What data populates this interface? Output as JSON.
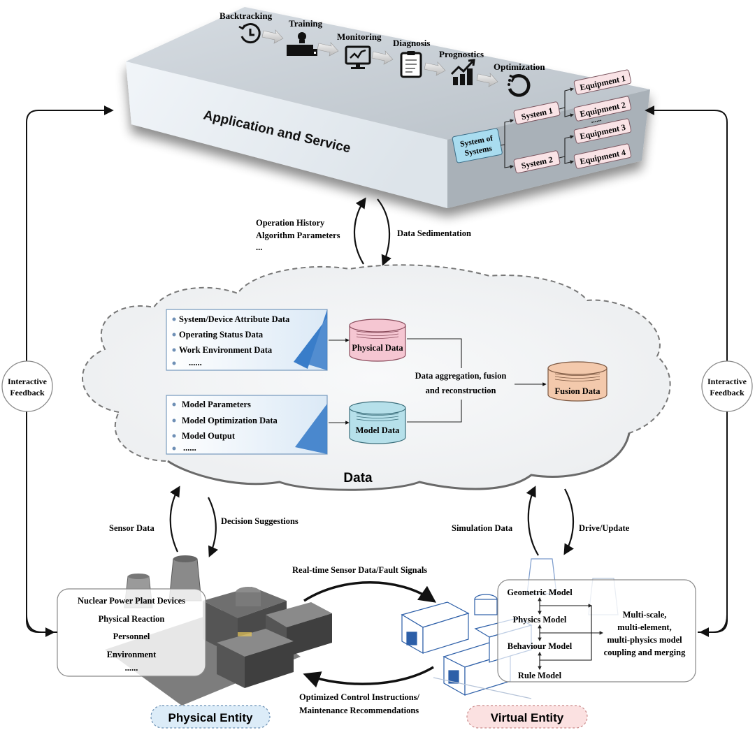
{
  "application": {
    "title": "Application and Service",
    "pipeline": [
      {
        "label": "Backtracking",
        "icon": "history-clock-icon"
      },
      {
        "label": "Training",
        "icon": "person-at-desk-icon"
      },
      {
        "label": "Monitoring",
        "icon": "monitor-chart-icon"
      },
      {
        "label": "Diagnosis",
        "icon": "clipboard-icon"
      },
      {
        "label": "Prognostics",
        "icon": "bar-chart-trend-icon"
      },
      {
        "label": "Optimization",
        "icon": "refresh-cycle-icon"
      }
    ],
    "hierarchy": {
      "root": "System of Systems",
      "root_line1": "System of",
      "root_line2": "Systems",
      "systems": [
        "System 1",
        "System 2"
      ],
      "equipment": [
        "Equipment 1",
        "Equipment 2",
        "Equipment 3",
        "Equipment 4"
      ],
      "ellipsis": "......"
    }
  },
  "app_data_links": {
    "up_label_line1": "Operation History",
    "up_label_line2": "Algorithm Parameters",
    "up_label_line3": "...",
    "down_label": "Data Sedimentation"
  },
  "data_layer": {
    "title": "Data",
    "physical_list": [
      "System/Device Attribute Data",
      "Operating Status Data",
      "Work Environment Data",
      "......"
    ],
    "model_list": [
      "Model Parameters",
      "Model Optimization Data",
      "Model Output",
      "......"
    ],
    "physical_db": "Physical Data",
    "model_db": "Model Data",
    "fusion_db": "Fusion Data",
    "fusion_label_line1": "Data aggregation, fusion",
    "fusion_label_line2": "and reconstruction"
  },
  "physical_links": {
    "up_label": "Sensor Data",
    "down_label": "Decision Suggestions"
  },
  "virtual_links": {
    "up_label": "Simulation Data",
    "down_label": "Drive/Update"
  },
  "physical_entity": {
    "title": "Physical Entity",
    "items": [
      "Nuclear Power Plant Devices",
      "Physical Reaction",
      "Personnel",
      "Environment",
      "......"
    ]
  },
  "virtual_entity": {
    "title": "Virtual Entity",
    "models": [
      "Geometric Model",
      "Physics Model",
      "Behaviour Model",
      "Rule Model"
    ],
    "coupling_lines": [
      "Multi-scale,",
      "multi-element,",
      "multi-physics model",
      "coupling and merging"
    ]
  },
  "entity_links": {
    "top_label": "Real-time Sensor Data/Fault Signals",
    "bottom_label_line1": "Optimized Control Instructions/",
    "bottom_label_line2": "Maintenance Recommendations"
  },
  "feedback": {
    "left_line1": "Interactive",
    "left_line2": "Feedback",
    "right_line1": "Interactive",
    "right_line2": "Feedback"
  },
  "colors": {
    "slab_top": "#c9d0d6",
    "slab_front": "#e4eaf0",
    "slab_side": "#a9b1b8",
    "physical_db": "#f5c6d2",
    "model_db": "#b6e0ea",
    "fusion_db": "#f3c9ac",
    "system_box": "#f9e3e6",
    "root_box": "#a9dcef",
    "list_blue": "#3a7dc9",
    "physical_badge": "#dcecf8",
    "virtual_badge": "#fbe1e1"
  }
}
